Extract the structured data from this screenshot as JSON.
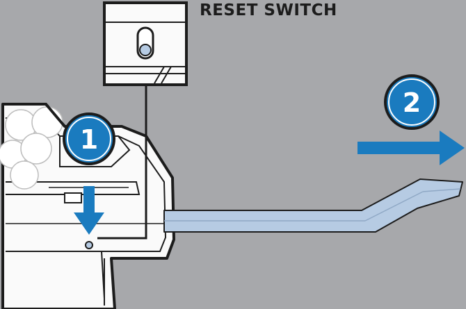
{
  "callout": {
    "title": "RESET SWITCH"
  },
  "steps": [
    {
      "number": "1"
    },
    {
      "number": "2"
    }
  ],
  "colors": {
    "background": "#a7a8ab",
    "step_badge": "#1a7bbf",
    "arrow": "#1a7bbf",
    "tray": "#b6cbe3",
    "outline": "#1c1c1c"
  },
  "icons": [
    "reset-switch-detail",
    "down-arrow-icon",
    "right-arrow-icon",
    "pull-tab"
  ]
}
